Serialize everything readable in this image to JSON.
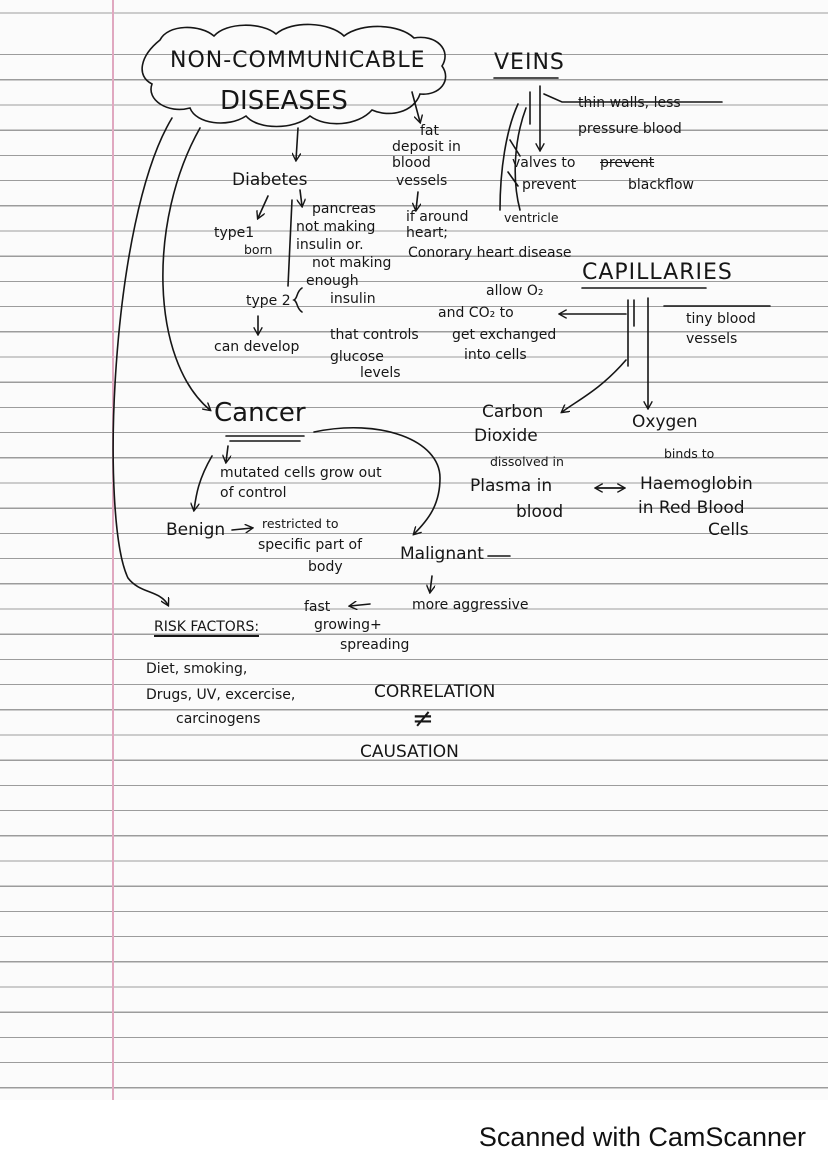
{
  "notes": {
    "title_line1": "NON-COMMUNICABLE",
    "title_line2": "DISEASES",
    "fat": {
      "l1": "fat",
      "l2": "deposit in",
      "l3": "blood",
      "l4": "vessels"
    },
    "diabetes": {
      "label": "Diabetes",
      "pancreas_l1": "pancreas",
      "pancreas_l2": "not making",
      "pancreas_l3": "insulin or.",
      "pancreas_l4": "not making",
      "pancreas_l5": "enough",
      "pancreas_l6": "insulin",
      "type1_l1": "type1",
      "type1_l2": "born",
      "type2": "type 2",
      "develop_l1": "can develop",
      "develop_l2": "that controls",
      "develop_l3": "glucose",
      "develop_l4": "levels"
    },
    "heart": {
      "l1": "if around",
      "l2": "heart;",
      "l3": "Conorary heart disease"
    },
    "veins": {
      "title": "VEINS",
      "walls_l1": "thin walls, less",
      "walls_l2": "pressure blood",
      "valves_l1": "valves to",
      "valves_struck": "prevent",
      "valves_l2": "prevent",
      "valves_l3": "blackflow",
      "ventricle": "ventricle"
    },
    "capillaries": {
      "title": "CAPILLARIES",
      "tiny_l1": "tiny blood",
      "tiny_l2": "vessels",
      "allow_l1": "allow O₂",
      "allow_l2": "and CO₂ to",
      "allow_l3": "get exchanged",
      "allow_l4": "into cells",
      "co2_l1": "Carbon",
      "co2_l2": "Dioxide",
      "co2_l3": "dissolved in",
      "co2_l4": "Plasma in",
      "co2_l5": "blood",
      "oxygen_l1": "Oxygen",
      "oxygen_l2": "binds to",
      "oxygen_l3": "Haemoglobin",
      "oxygen_l4": "in Red Blood",
      "oxygen_l5": "Cells"
    },
    "cancer": {
      "title": "Cancer",
      "mutated_l1": "mutated cells grow out",
      "mutated_l2": "of control",
      "benign": "Benign",
      "restricted_l1": "restricted to",
      "restricted_l2": "specific part of",
      "restricted_l3": "body",
      "malignant": "Malignant",
      "aggressive": "more aggressive",
      "fast": "fast",
      "growing": "growing+",
      "spreading": "spreading"
    },
    "risk": {
      "title": "RISK FACTORS:",
      "l1": "Diet, smoking,",
      "l2": "Drugs, UV, excercise,",
      "l3": "carcinogens"
    },
    "correlation": "CORRELATION",
    "not_equal": "≠",
    "causation": "CAUSATION"
  },
  "footer": {
    "scanner_text": "Scanned with CamScanner"
  }
}
